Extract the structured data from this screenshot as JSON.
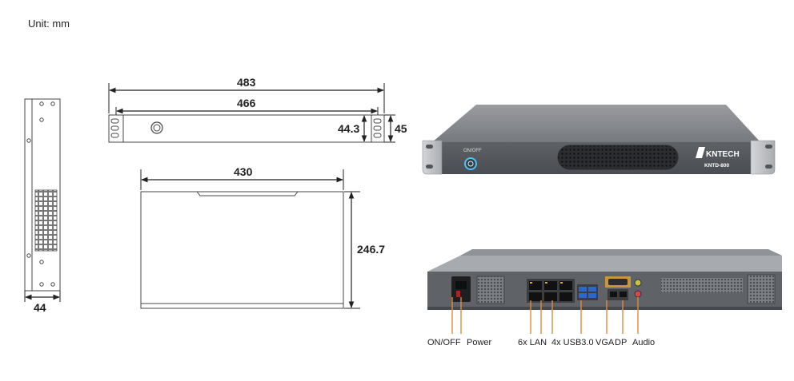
{
  "unit_label": "Unit: mm",
  "dimensions": {
    "overall_width": "483",
    "body_width": "466",
    "body_height": "44.3",
    "overall_height": "45",
    "depth_width": "430",
    "depth": "246.7",
    "side_depth": "44"
  },
  "front_panel": {
    "button_label": "ON/OFF",
    "brand": "KNTECH",
    "model": "KNTD-800"
  },
  "ports": {
    "on_off": "ON/OFF",
    "power": "Power",
    "lan": "6x LAN",
    "usb": "4x USB3.0",
    "vga": "VGA",
    "dp": "DP",
    "audio": "Audio"
  },
  "colors": {
    "device_body": "#6b6e73",
    "callout_line": "#e08a3c",
    "power_button_ring": "#4fc3f7"
  }
}
